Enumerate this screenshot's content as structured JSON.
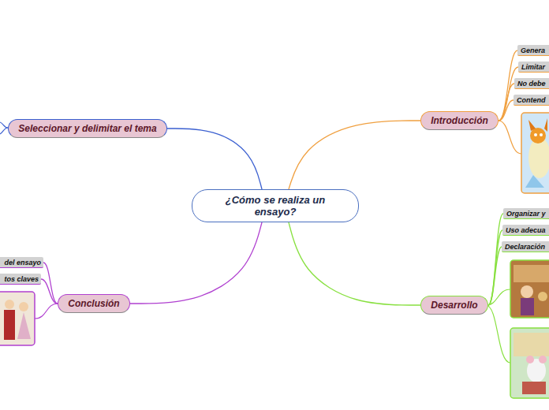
{
  "diagram": {
    "nodes": [
      {
        "text": [
          "¿Cómo se realiza un ensayo?"
        ]
      },
      {
        "text": [
          "Seleccionar y delimitar el tema"
        ]
      },
      {
        "text": [
          "Introducción"
        ]
      },
      {
        "text": [
          "Genera"
        ]
      },
      {
        "text": [
          "Limitar"
        ]
      },
      {
        "text": [
          "No debe"
        ]
      },
      {
        "text": [
          "Contend"
        ]
      },
      {
        "text": [
          "Conclusión"
        ]
      },
      {
        "text": [
          "del ensayo"
        ]
      },
      {
        "text": [
          "tos claves"
        ]
      },
      {
        "text": [
          "Desarrollo"
        ]
      },
      {
        "text": [
          "Organizar y"
        ]
      },
      {
        "text": [
          "Uso adecua"
        ]
      },
      {
        "text": [
          "Declaración"
        ]
      }
    ],
    "edges": [
      {
        "from": 0,
        "to": 1,
        "arrow": "none"
      },
      {
        "from": 0,
        "to": 2,
        "arrow": "none"
      },
      {
        "from": 0,
        "to": 7,
        "arrow": "none"
      },
      {
        "from": 0,
        "to": 10,
        "arrow": "none"
      },
      {
        "from": 2,
        "to": 3,
        "arrow": "none"
      },
      {
        "from": 2,
        "to": 4,
        "arrow": "none"
      },
      {
        "from": 2,
        "to": 5,
        "arrow": "none"
      },
      {
        "from": 2,
        "to": 6,
        "arrow": "none"
      },
      {
        "from": 7,
        "to": 8,
        "arrow": "none"
      },
      {
        "from": 7,
        "to": 9,
        "arrow": "none"
      },
      {
        "from": 10,
        "to": 11,
        "arrow": "none"
      },
      {
        "from": 10,
        "to": 12,
        "arrow": "none"
      },
      {
        "from": 10,
        "to": 13,
        "arrow": "none"
      }
    ]
  }
}
